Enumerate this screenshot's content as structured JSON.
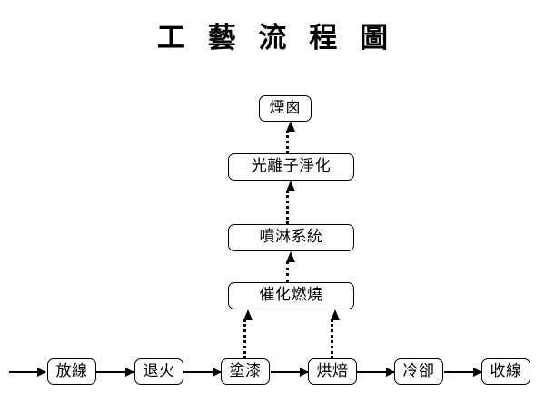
{
  "diagram": {
    "title": "工 藝 流 程 圖",
    "title_plain": "工藝流程圖",
    "background_color": "#ffffff",
    "line_color": "#000000",
    "node_fill": "#ffffff",
    "main_line": {
      "name": "production-line",
      "nodes": [
        {
          "id": "fangxian",
          "label": "放線"
        },
        {
          "id": "tuihuo",
          "label": "退火"
        },
        {
          "id": "tuqi",
          "label": "塗漆"
        },
        {
          "id": "hongbei",
          "label": "烘焙"
        },
        {
          "id": "lengque",
          "label": "冷卻"
        },
        {
          "id": "shouxian",
          "label": "收線"
        }
      ]
    },
    "exhaust_line": {
      "name": "exhaust-treatment-line",
      "nodes": [
        {
          "id": "cuihuaranshao",
          "label": "催化燃燒"
        },
        {
          "id": "penlinxitong",
          "label": "噴淋系統"
        },
        {
          "id": "guanglizijinghua",
          "label": "光離子淨化"
        },
        {
          "id": "yancong",
          "label": "煙囪"
        }
      ]
    },
    "connectors": {
      "solid_arrows": [
        {
          "from": "input",
          "to": "fangxian"
        },
        {
          "from": "fangxian",
          "to": "tuihuo"
        },
        {
          "from": "tuihuo",
          "to": "tuqi"
        },
        {
          "from": "tuqi",
          "to": "hongbei"
        },
        {
          "from": "hongbei",
          "to": "lengque"
        },
        {
          "from": "lengque",
          "to": "shouxian"
        }
      ],
      "dotted_arrows": [
        {
          "from": "tuqi",
          "to": "cuihuaranshao"
        },
        {
          "from": "hongbei",
          "to": "cuihuaranshao"
        },
        {
          "from": "cuihuaranshao",
          "to": "penlinxitong"
        },
        {
          "from": "penlinxitong",
          "to": "guanglizijinghua"
        },
        {
          "from": "guanglizijinghua",
          "to": "yancong"
        }
      ]
    }
  }
}
